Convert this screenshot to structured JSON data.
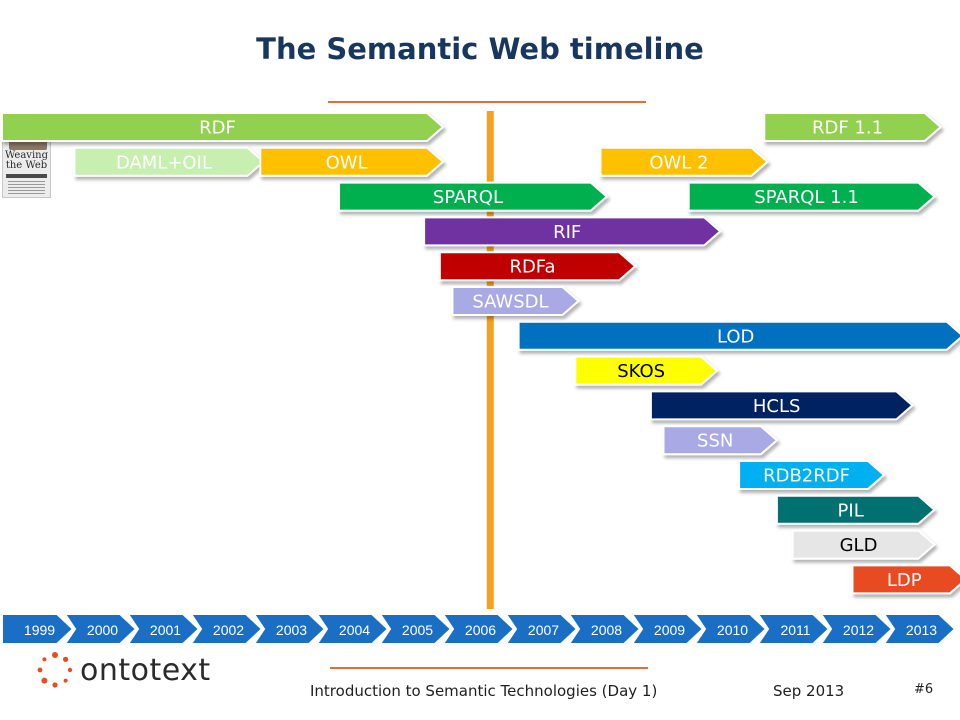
{
  "title": "The Semantic Web timeline",
  "book": {
    "title_line1": "Weaving",
    "title_line2": "the Web"
  },
  "years": [
    "1999",
    "2000",
    "2001",
    "2002",
    "2003",
    "2004",
    "2005",
    "2006",
    "2007",
    "2008",
    "2009",
    "2010",
    "2011",
    "2012",
    "2013"
  ],
  "year_band_color": "#1a6fc4",
  "marker": {
    "label": "current-year-marker",
    "color": "#f4a020",
    "year_fraction": 7.75
  },
  "bars": [
    {
      "label": "RDF",
      "start": 0,
      "end": 7.0,
      "color": "#92d050",
      "text_color": "#ffffff"
    },
    {
      "label": "DAML+OIL",
      "start": 1.15,
      "end": 4.15,
      "color": "#c6efb0",
      "text_color": "#ffffff"
    },
    {
      "label": "OWL",
      "start": 4.1,
      "end": 7.0,
      "color": "#ffc000",
      "text_color": "#ffffff"
    },
    {
      "label": "OWL 2",
      "start": 9.5,
      "end": 12.15,
      "color": "#ffc000",
      "text_color": "#ffffff"
    },
    {
      "label": "RDF 1.1",
      "start": 12.1,
      "end": 14.9,
      "color": "#92d050",
      "text_color": "#ffffff"
    },
    {
      "label": "SPARQL",
      "start": 5.35,
      "end": 9.6,
      "color": "#00b050",
      "text_color": "#ffffff"
    },
    {
      "label": "SPARQL 1.1",
      "start": 10.9,
      "end": 14.8,
      "color": "#00b050",
      "text_color": "#ffffff"
    },
    {
      "label": "RIF",
      "start": 6.7,
      "end": 11.4,
      "color": "#7030a0",
      "text_color": "#ffffff"
    },
    {
      "label": "RDFa",
      "start": 6.95,
      "end": 10.05,
      "color": "#c00000",
      "text_color": "#ffffff"
    },
    {
      "label": "SAWSDL",
      "start": 7.15,
      "end": 9.15,
      "color": "#a9a9e6",
      "text_color": "#ffffff"
    },
    {
      "label": "LOD",
      "start": 8.2,
      "end": 15.25,
      "color": "#0070c0",
      "text_color": "#ffffff"
    },
    {
      "label": "SKOS",
      "start": 9.1,
      "end": 11.35,
      "color": "#ffff00",
      "text_color": "#000000"
    },
    {
      "label": "HCLS",
      "start": 10.3,
      "end": 14.45,
      "color": "#002060",
      "text_color": "#ffffff"
    },
    {
      "label": "SSN",
      "start": 10.5,
      "end": 12.3,
      "color": "#a9a9e6",
      "text_color": "#ffffff"
    },
    {
      "label": "RDB2RDF",
      "start": 11.7,
      "end": 14.0,
      "color": "#00b0f0",
      "text_color": "#ffffff"
    },
    {
      "label": "PIL",
      "start": 12.3,
      "end": 14.8,
      "color": "#007070",
      "text_color": "#ffffff"
    },
    {
      "label": "GLD",
      "start": 12.55,
      "end": 14.8,
      "color": "#e6e6e6",
      "text_color": "#000000"
    },
    {
      "label": "LDP",
      "start": 13.5,
      "end": 15.3,
      "color": "#e84c22",
      "text_color": "#ffffff"
    }
  ],
  "footer": {
    "logo_text": "ontotext",
    "course": "Introduction to Semantic Technologies (Day 1)",
    "date": "Sep 2013",
    "slide_number": "#6"
  }
}
